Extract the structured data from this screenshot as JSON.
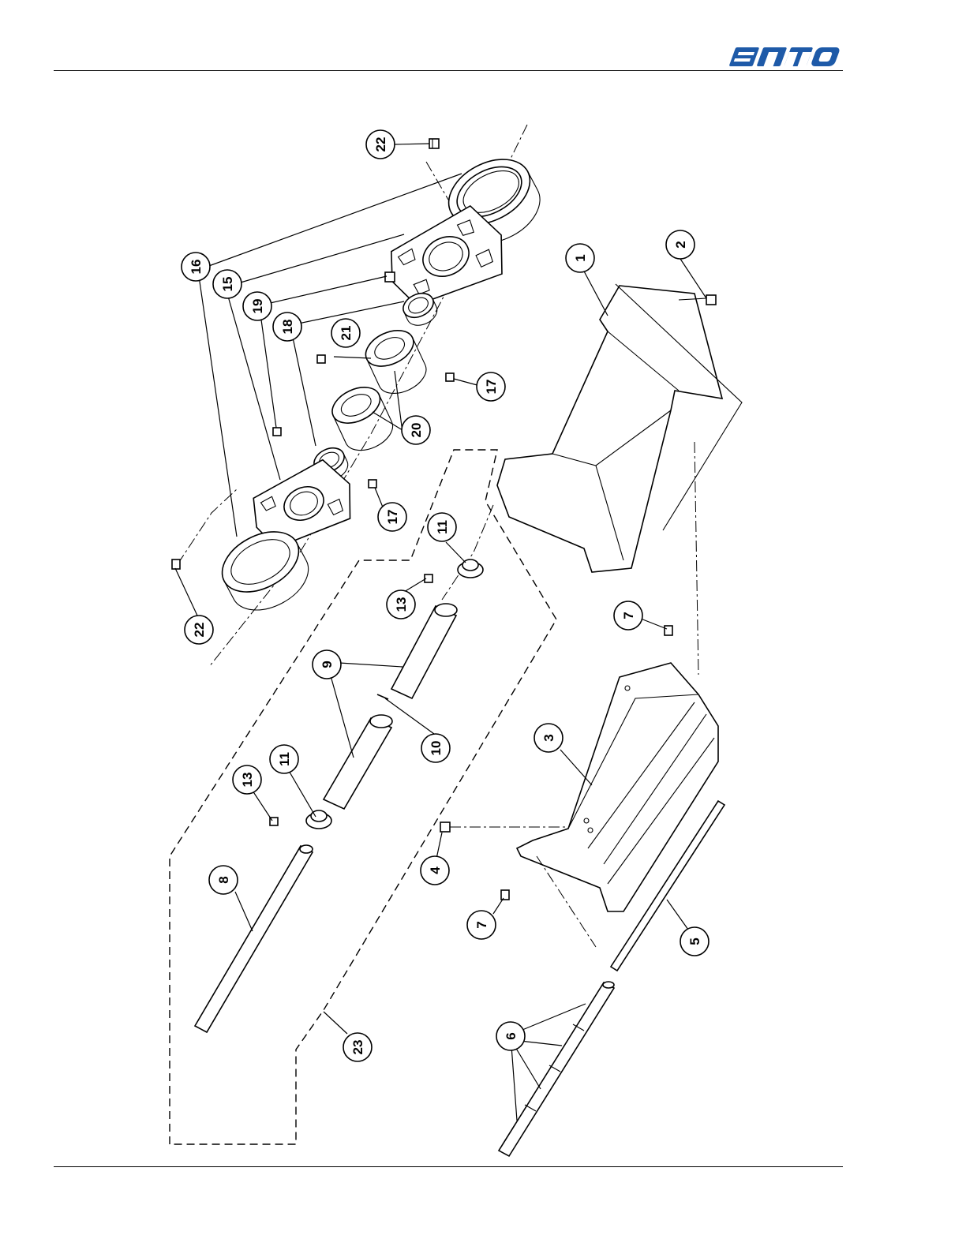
{
  "brand": {
    "logo_text": "SATO",
    "logo_color": "#1e5aa8"
  },
  "callouts": [
    {
      "id": "c22a",
      "label": "22"
    },
    {
      "id": "c16",
      "label": "16"
    },
    {
      "id": "c15",
      "label": "15"
    },
    {
      "id": "c19",
      "label": "19"
    },
    {
      "id": "c18",
      "label": "18"
    },
    {
      "id": "c21",
      "label": "21"
    },
    {
      "id": "c20",
      "label": "20"
    },
    {
      "id": "c17a",
      "label": "17"
    },
    {
      "id": "c17b",
      "label": "17"
    },
    {
      "id": "c1",
      "label": "1"
    },
    {
      "id": "c2",
      "label": "2"
    },
    {
      "id": "c11a",
      "label": "11"
    },
    {
      "id": "c13a",
      "label": "13"
    },
    {
      "id": "c22b",
      "label": "22"
    },
    {
      "id": "c9",
      "label": "9"
    },
    {
      "id": "c10",
      "label": "10"
    },
    {
      "id": "c7a",
      "label": "7"
    },
    {
      "id": "c3",
      "label": "3"
    },
    {
      "id": "c11b",
      "label": "11"
    },
    {
      "id": "c13b",
      "label": "13"
    },
    {
      "id": "c4",
      "label": "4"
    },
    {
      "id": "c8",
      "label": "8"
    },
    {
      "id": "c7b",
      "label": "7"
    },
    {
      "id": "c5",
      "label": "5"
    },
    {
      "id": "c6",
      "label": "6"
    },
    {
      "id": "c23",
      "label": "23"
    }
  ]
}
